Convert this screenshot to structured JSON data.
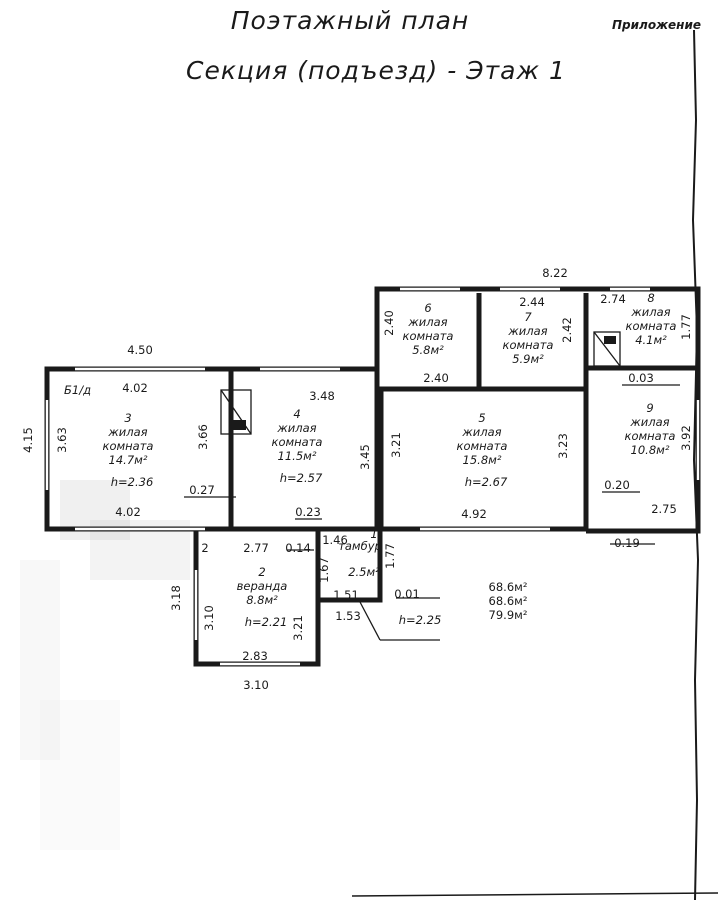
{
  "header": {
    "title": "Поэтажный план",
    "subtitle": "Секция (подъезд) -   Этаж 1",
    "appendix": "Приложение"
  },
  "plan": {
    "inventory_code": "Б1/д",
    "rooms": [
      {
        "num": "3",
        "name1": "жилая",
        "name2": "комната",
        "area": "14.7м²",
        "height": "h=2.36"
      },
      {
        "num": "4",
        "name1": "жилая",
        "name2": "комната",
        "area": "11.5м²",
        "height": "h=2.57"
      },
      {
        "num": "5",
        "name1": "жилая",
        "name2": "комната",
        "area": "15.8м²",
        "height": "h=2.67"
      },
      {
        "num": "6",
        "name1": "жилая",
        "name2": "комната",
        "area": "5.8м²"
      },
      {
        "num": "7",
        "name1": "жилая",
        "name2": "комната",
        "area": "5.9м²"
      },
      {
        "num": "8",
        "name1": "жилая",
        "name2": "комната",
        "area": "4.1м²"
      },
      {
        "num": "9",
        "name1": "жилая",
        "name2": "комната",
        "area": "10.8м²"
      },
      {
        "num": "2",
        "name1": "веранда",
        "area": "8.8м²",
        "height": "h=2.21"
      },
      {
        "num": "1",
        "name1": "тамбур",
        "area": "2.5м²",
        "height": "h=2.25"
      }
    ],
    "dimensions": [
      "8.22",
      "4.50",
      "4.02",
      "4.15",
      "3.63",
      "3.66",
      "0.27",
      "4.02",
      "3.48",
      "3.45",
      "0.23",
      "0.14",
      "2.77",
      "1.46",
      "1.77",
      "1.67",
      "3.21",
      "3.18",
      "3.10",
      "2.83",
      "3.10",
      "1.51",
      "1.53",
      "0.01",
      "2.40",
      "2.40",
      "2.44",
      "2.42",
      "3.21",
      "3.23",
      "4.92",
      "2.74",
      "1.77",
      "0.03",
      "3.92",
      "0.20",
      "2.75",
      "0.19",
      "2"
    ],
    "totals": [
      "68.6м²",
      "68.6м²",
      "79.9м²"
    ]
  }
}
